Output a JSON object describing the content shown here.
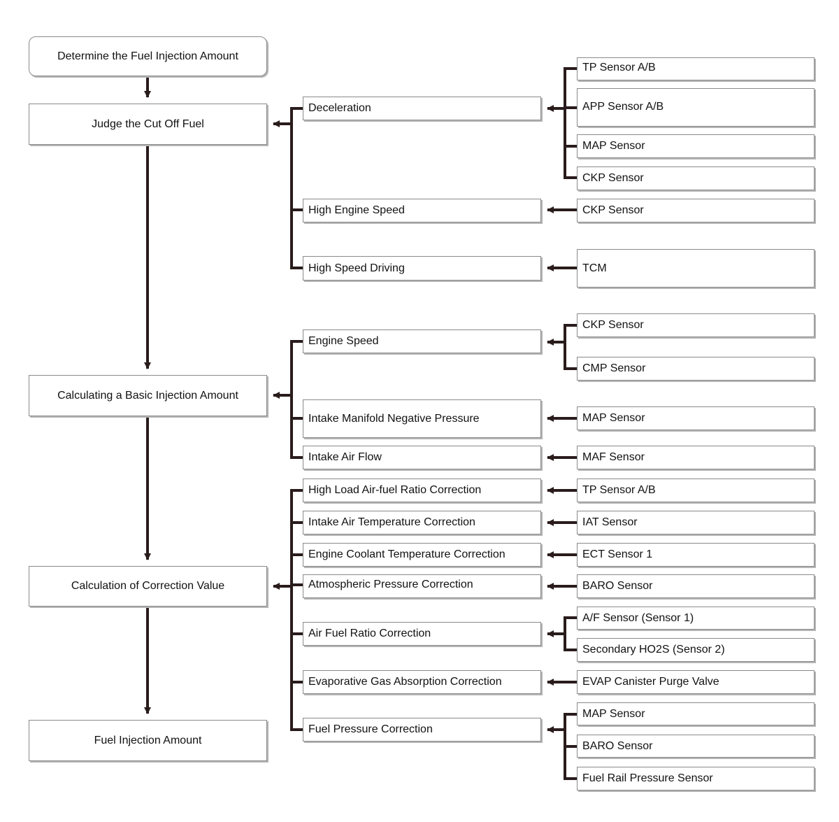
{
  "main_steps": {
    "determine": "Determine the Fuel Injection Amount",
    "judge": "Judge the Cut Off Fuel",
    "basic": "Calculating a Basic Injection Amount",
    "correction": "Calculation of Correction Value",
    "result": "Fuel Injection Amount"
  },
  "conditions": {
    "deceleration": "Deceleration",
    "high_engine_speed": "High Engine Speed",
    "high_speed_driving": "High Speed Driving",
    "engine_speed": "Engine Speed",
    "intake_manifold": "Intake Manifold Negative Pressure",
    "intake_air_flow": "Intake Air Flow",
    "high_load": "High Load Air-fuel Ratio Correction",
    "intake_air_temp": "Intake Air Temperature Correction",
    "coolant_temp": "Engine Coolant Temperature Correction",
    "atmospheric": "Atmospheric Pressure Correction",
    "air_fuel_ratio": "Air Fuel Ratio Correction",
    "evap_gas": "Evaporative Gas Absorption Correction",
    "fuel_pressure": "Fuel Pressure Correction"
  },
  "sensors": {
    "tp_1": "TP Sensor A/B",
    "app_1": "APP Sensor A/B",
    "map_1": "MAP Sensor",
    "ckp_1": "CKP Sensor",
    "ckp_2": "CKP Sensor",
    "tcm": "TCM",
    "ckp_3": "CKP Sensor",
    "cmp": "CMP Sensor",
    "map_2": "MAP Sensor",
    "maf": "MAF Sensor",
    "tp_2": "TP Sensor A/B",
    "iat": "IAT Sensor",
    "ect": "ECT Sensor 1",
    "baro_1": "BARO Sensor",
    "af_sensor": "A/F Sensor (Sensor 1)",
    "ho2s": "Secondary HO2S (Sensor 2)",
    "evap_valve": "EVAP Canister Purge Valve",
    "map_3": "MAP Sensor",
    "baro_2": "BARO Sensor",
    "fuel_rail": "Fuel Rail Pressure Sensor"
  }
}
